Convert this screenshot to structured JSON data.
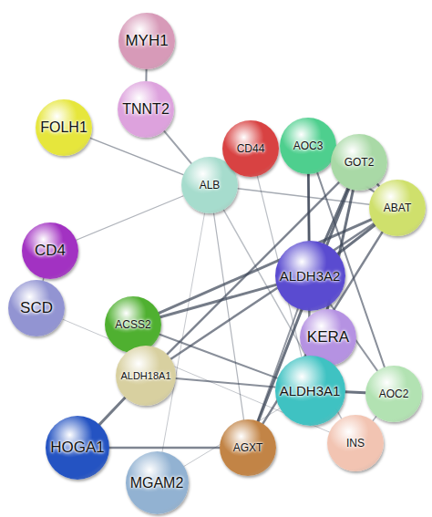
{
  "diagram": {
    "nodes": [
      {
        "text": [
          "MYH1"
        ]
      },
      {
        "text": [
          "TNNT2"
        ]
      },
      {
        "text": [
          "FOLH1"
        ]
      },
      {
        "text": [
          "ALB"
        ]
      },
      {
        "text": [
          "CD44"
        ]
      },
      {
        "text": [
          "AOC3"
        ]
      },
      {
        "text": [
          "GOT2"
        ]
      },
      {
        "text": [
          "ABAT"
        ]
      },
      {
        "text": [
          "CD4"
        ]
      },
      {
        "text": [
          "ALDH3A2"
        ]
      },
      {
        "text": [
          "SCD"
        ]
      },
      {
        "text": [
          "ACSS2"
        ]
      },
      {
        "text": [
          "KERA"
        ]
      },
      {
        "text": [
          "ALDH18A1"
        ]
      },
      {
        "text": [
          "ALDH3A1"
        ]
      },
      {
        "text": [
          "AOC2"
        ]
      },
      {
        "text": [
          "INS"
        ]
      },
      {
        "text": [
          "HOGA1"
        ]
      },
      {
        "text": [
          "AGXT"
        ]
      },
      {
        "text": [
          "MGAM2"
        ]
      }
    ],
    "edges": [
      {
        "from": 0,
        "to": 1,
        "arrow": "none"
      },
      {
        "from": 1,
        "to": 3,
        "arrow": "none"
      },
      {
        "from": 2,
        "to": 3,
        "arrow": "none"
      },
      {
        "from": 8,
        "to": 10,
        "arrow": "none"
      },
      {
        "from": 8,
        "to": 3,
        "arrow": "none"
      },
      {
        "from": 3,
        "to": 4,
        "arrow": "none"
      },
      {
        "from": 3,
        "to": 16,
        "arrow": "none"
      },
      {
        "from": 3,
        "to": 18,
        "arrow": "none"
      },
      {
        "from": 3,
        "to": 19,
        "arrow": "none"
      },
      {
        "from": 3,
        "to": 7,
        "arrow": "none"
      },
      {
        "from": 10,
        "to": 16,
        "arrow": "none"
      },
      {
        "from": 11,
        "to": 9,
        "arrow": "none"
      },
      {
        "from": 11,
        "to": 14,
        "arrow": "none"
      },
      {
        "from": 11,
        "to": 7,
        "arrow": "none"
      },
      {
        "from": 13,
        "to": 14,
        "arrow": "none"
      },
      {
        "from": 13,
        "to": 17,
        "arrow": "none"
      },
      {
        "from": 13,
        "to": 6,
        "arrow": "none"
      },
      {
        "from": 13,
        "to": 7,
        "arrow": "none"
      },
      {
        "from": 17,
        "to": 18,
        "arrow": "none"
      },
      {
        "from": 18,
        "to": 6,
        "arrow": "none"
      },
      {
        "from": 18,
        "to": 7,
        "arrow": "none"
      },
      {
        "from": 18,
        "to": 9,
        "arrow": "none"
      },
      {
        "from": 9,
        "to": 7,
        "arrow": "none"
      },
      {
        "from": 9,
        "to": 6,
        "arrow": "none"
      },
      {
        "from": 9,
        "to": 5,
        "arrow": "none"
      },
      {
        "from": 9,
        "to": 15,
        "arrow": "none"
      },
      {
        "from": 14,
        "to": 5,
        "arrow": "none"
      },
      {
        "from": 14,
        "to": 15,
        "arrow": "none"
      },
      {
        "from": 14,
        "to": 6,
        "arrow": "none"
      },
      {
        "from": 5,
        "to": 15,
        "arrow": "none"
      },
      {
        "from": 5,
        "to": 7,
        "arrow": "none"
      },
      {
        "from": 6,
        "to": 7,
        "arrow": "none"
      },
      {
        "from": 15,
        "to": 16,
        "arrow": "none"
      },
      {
        "from": 4,
        "to": 14,
        "arrow": "none"
      },
      {
        "from": 19,
        "to": 14,
        "arrow": "none"
      }
    ]
  }
}
